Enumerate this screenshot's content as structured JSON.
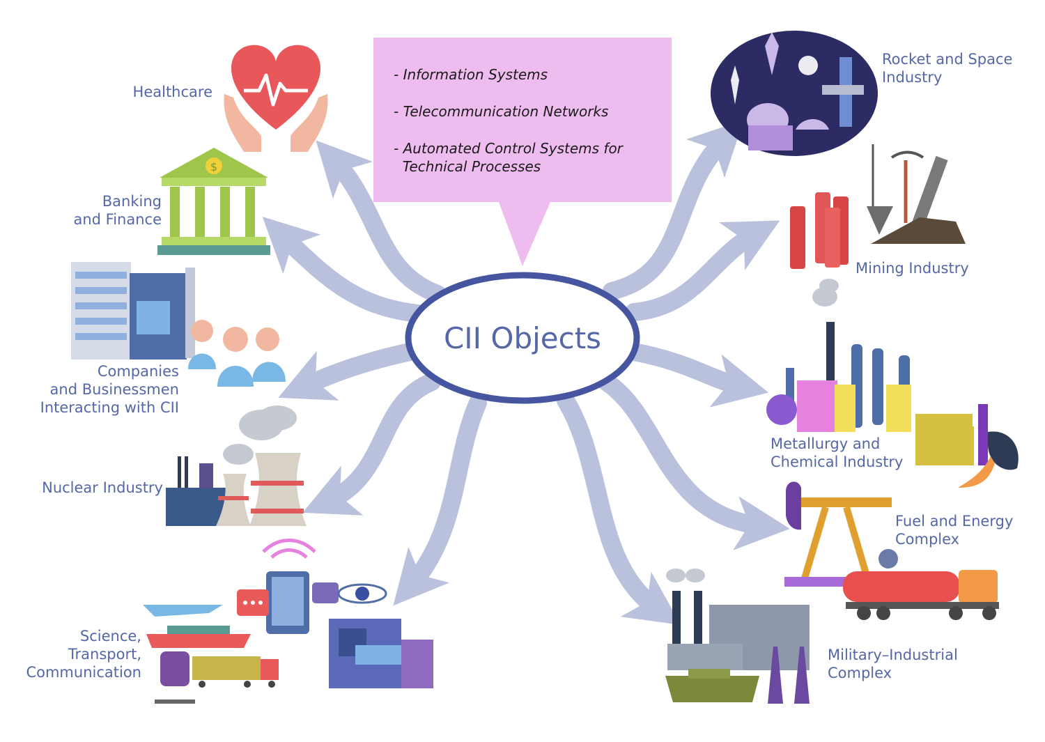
{
  "center": {
    "title": "CII Objects"
  },
  "callout": {
    "items": [
      "- Information Systems",
      "- Telecommunication Networks",
      "- Automated Control Systems for\n  Technical Processes"
    ]
  },
  "categories": {
    "healthcare": "Healthcare",
    "banking": "Banking\nand Finance",
    "companies": "Companies\nand Businessmen\nInteracting with CII",
    "nuclear": "Nuclear Industry",
    "science": "Science,\nTransport,\nCommunication",
    "rocket": "Rocket and Space\nIndustry",
    "mining": "Mining Industry",
    "metallurgy": "Metallurgy and\nChemical Industry",
    "fuel": "Fuel and Energy\nComplex",
    "military": "Military–Industrial\nComplex"
  },
  "colors": {
    "arrow": "#b9c1dc",
    "ellipse_stroke": "#4555a0",
    "label": "#5567a6",
    "callout_fill": "#eebcef"
  }
}
